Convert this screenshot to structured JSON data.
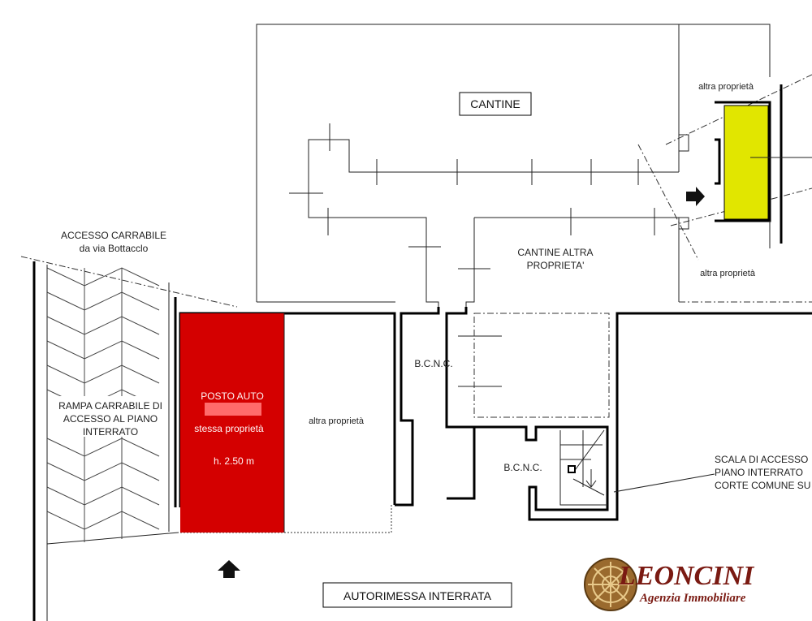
{
  "rooms": {
    "cantine": "CANTINE",
    "cantine_altra_line1": "CANTINE ALTRA",
    "cantine_altra_line2": "PROPRIETA'",
    "altra_top": "altra proprietà",
    "altra_right": "altra proprietà",
    "altra_center": "altra proprietà",
    "bcnc_1": "B.C.N.C.",
    "bcnc_2": "B.C.N.C."
  },
  "access": {
    "line1": "ACCESSO CARRABILE",
    "line2": "da via Bottacclo"
  },
  "ramp": {
    "line1": "RAMPA CARRABILE DI",
    "line2": "ACCESSO AL PIANO",
    "line3": "INTERRATO"
  },
  "parking": {
    "title": "POSTO AUTO",
    "owner": "stessa proprietà",
    "height": "h. 2.50 m",
    "color": "#d40000"
  },
  "stair_note": {
    "line1": "SCALA DI ACCESSO",
    "line2": "PIANO INTERRATO",
    "line3": "CORTE COMUNE SU"
  },
  "garage_label": "AUTORIMESSA INTERRATA",
  "highlight_color": "#e1e600",
  "logo": {
    "name": "LEONCINI",
    "subtitle": "Agenzia Immobiliare"
  }
}
